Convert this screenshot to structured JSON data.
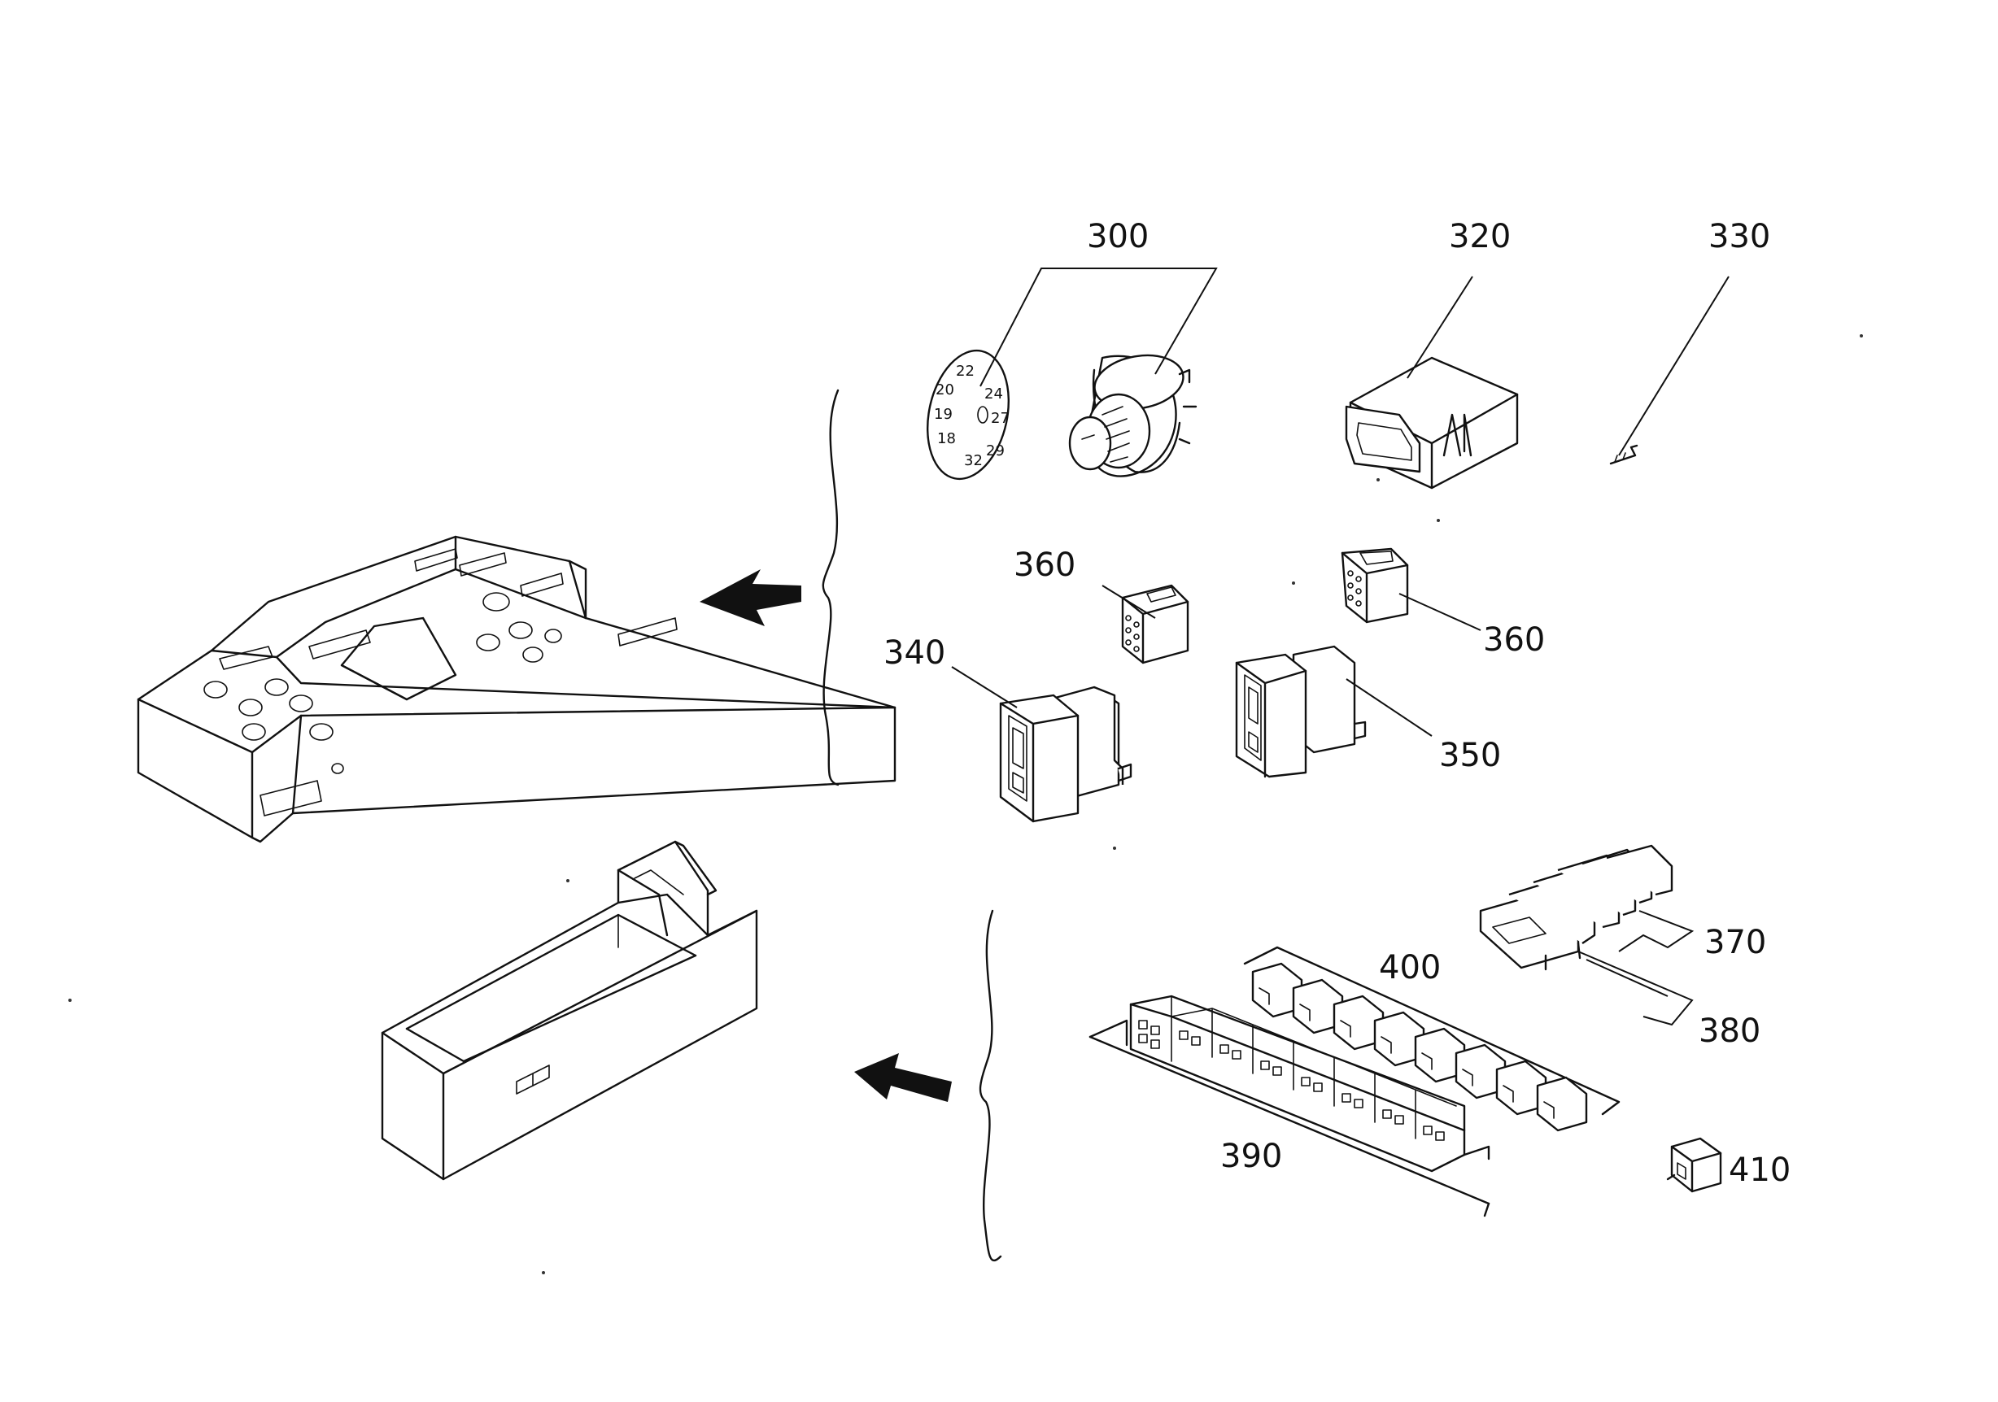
{
  "labels": {
    "l300": "300",
    "l320": "320",
    "l330": "330",
    "l340": "340",
    "l350": "350",
    "l360a": "360",
    "l360b": "360",
    "l370": "370",
    "l380": "380",
    "l390": "390",
    "l400": "400",
    "l410": "410"
  },
  "dial": {
    "n1": "22",
    "n2": "20",
    "n3": "19",
    "n4": "18",
    "n5": "32",
    "n6": "29",
    "n7": "24",
    "n8": "27"
  }
}
